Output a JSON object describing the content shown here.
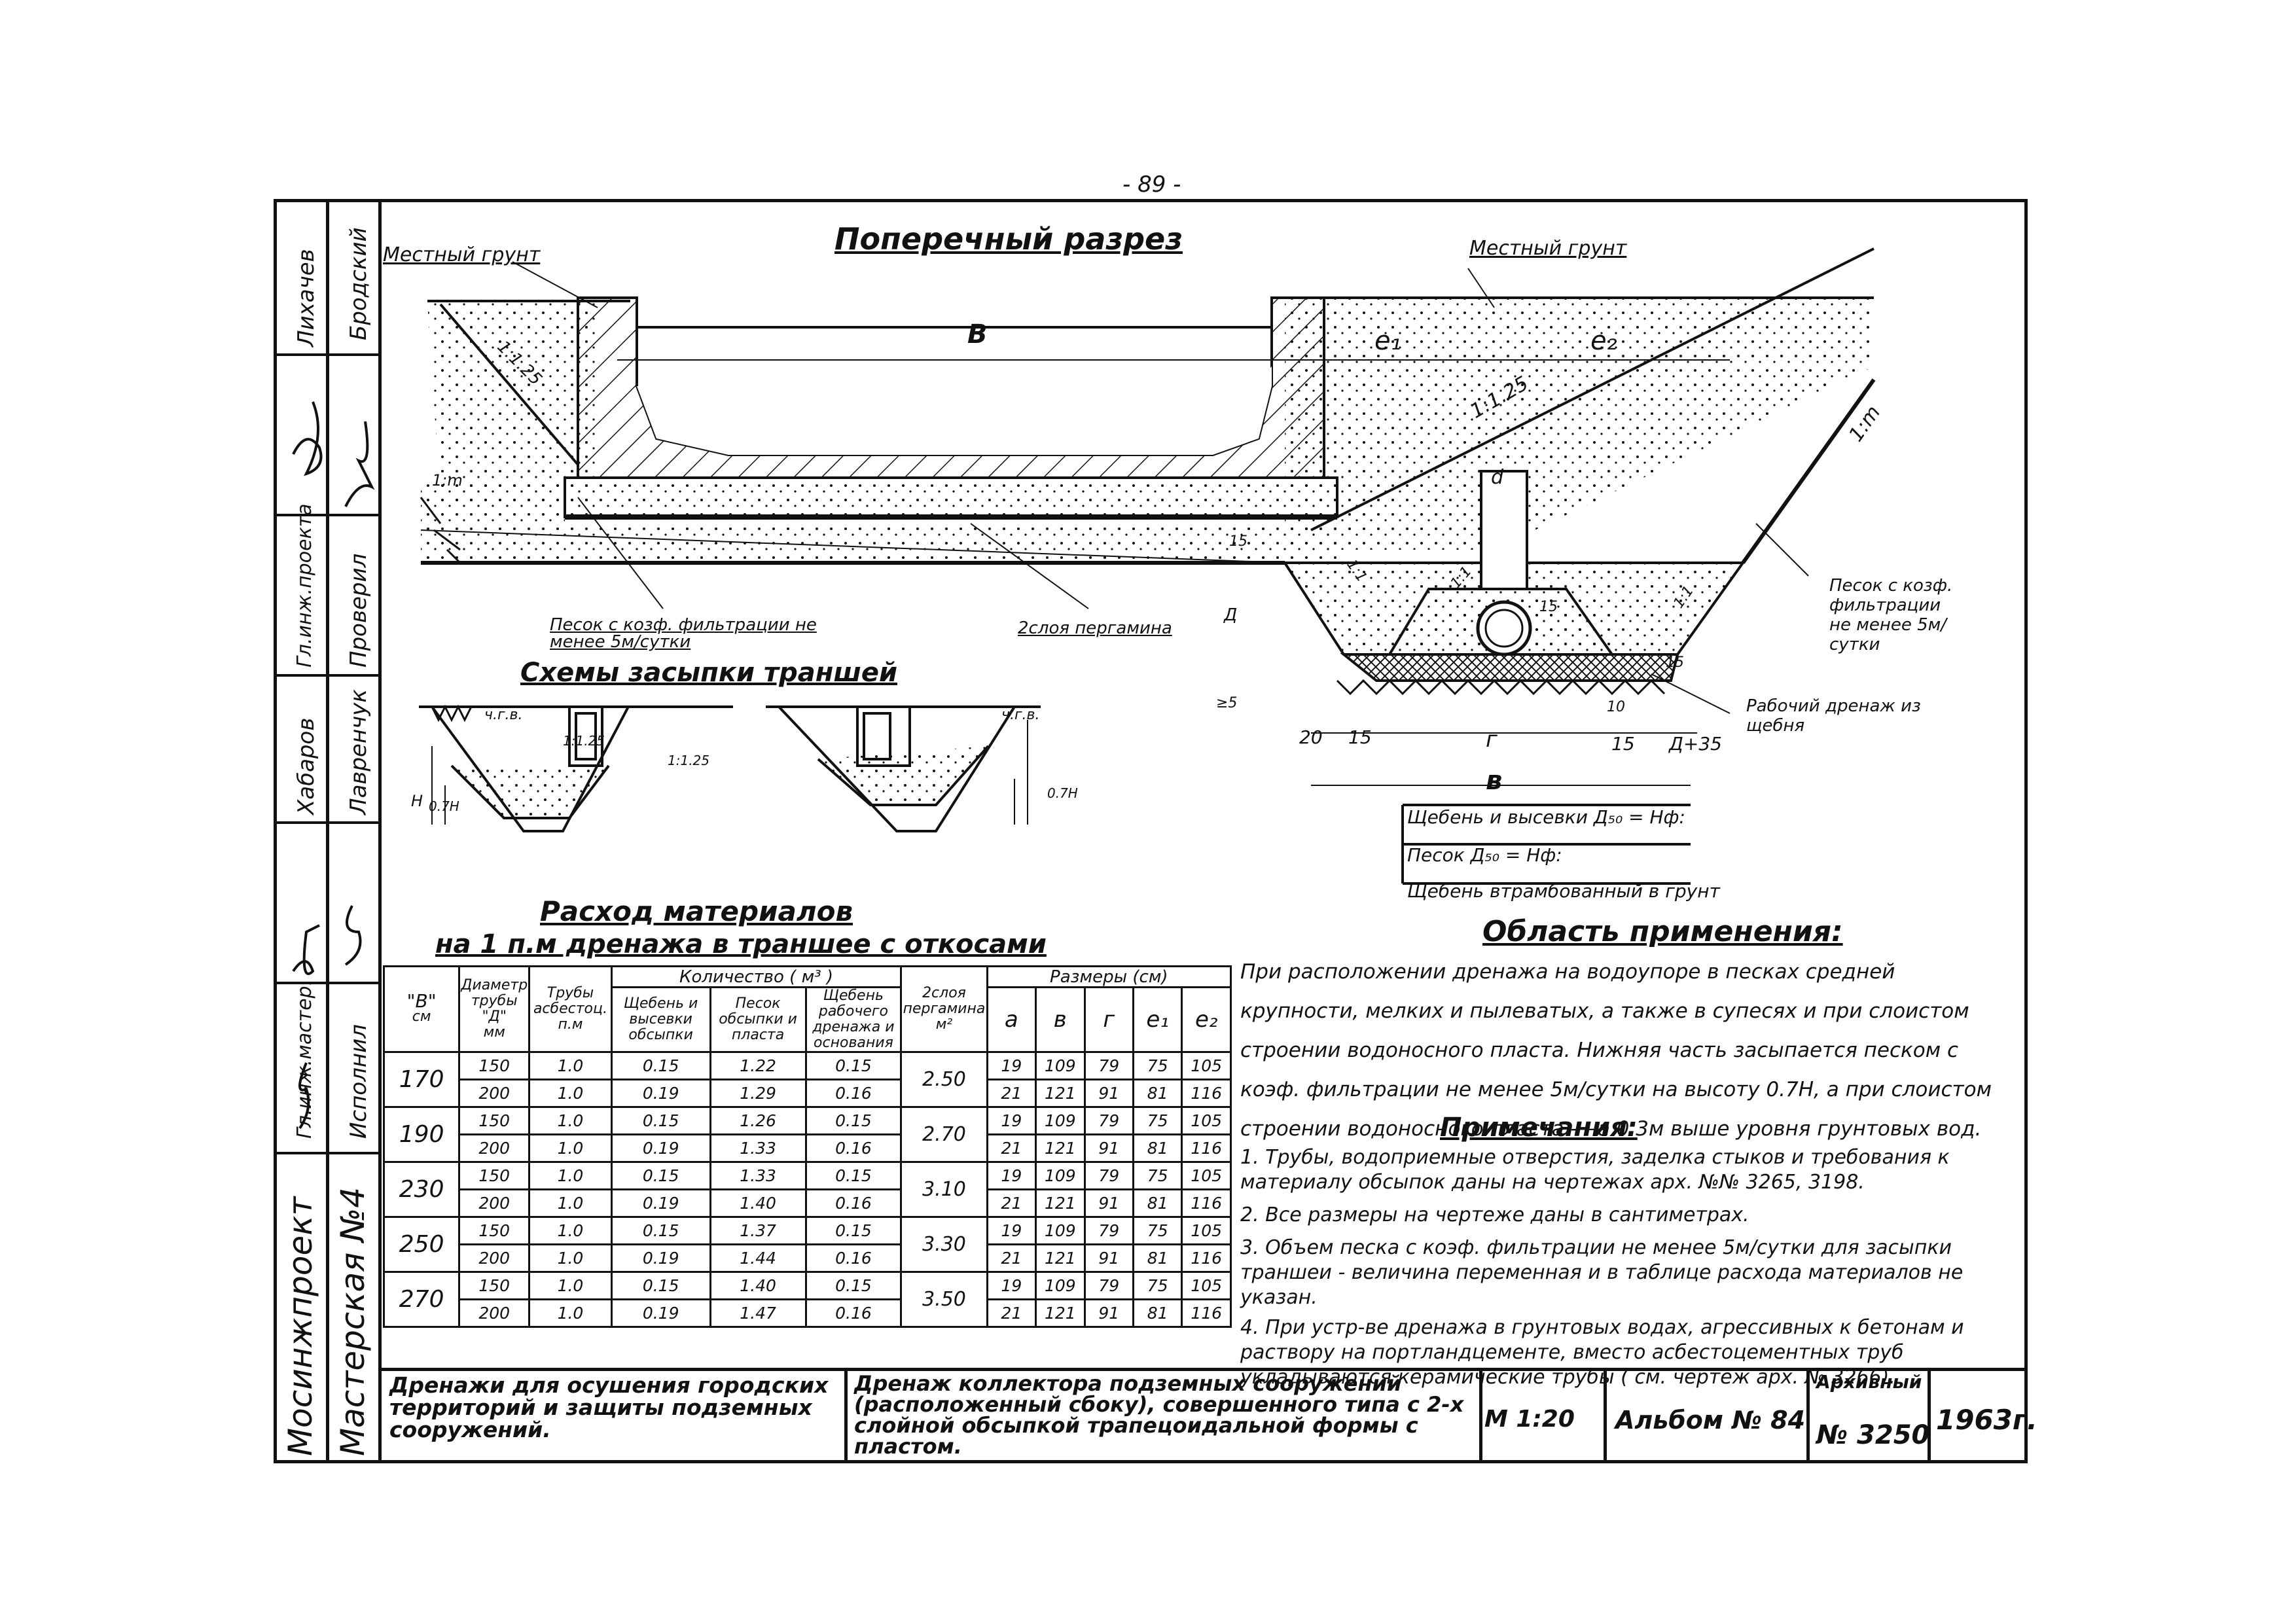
{
  "page_number": "- 89 -",
  "side_stamp": {
    "org": "Мосинжпроект",
    "workshop": "Мастерская №4",
    "rows": [
      {
        "role": "Гл.инж.мастер.",
        "name": "Исполнил"
      },
      {
        "role": "Гл.инж.проекта",
        "name": "Проверил"
      },
      {
        "role": "Лихачев",
        "name": "Бродский"
      },
      {
        "role": "Хабаров",
        "name": "Лавренчук"
      }
    ]
  },
  "section": {
    "title": "Поперечный разрез",
    "labels": {
      "local_soil_left": "Местный грунт",
      "local_soil_right": "Местный грунт",
      "B": "В",
      "e1": "e₁",
      "e2": "e₂",
      "slope_125_left": "1:1.25",
      "slope_125_right": "1:1.25",
      "slope_m": "1:m",
      "slope_m_left": "1:m",
      "slope_11a": "1:1",
      "slope_11b": "1:1",
      "slope_11c": "1:1",
      "d_label": "d",
      "sand_left": "Песок с козф. фильтрации не менее 5м/сутки",
      "pergamin": "2слоя пергамина",
      "sand_right": "Песок с козф. фильтрации не менее 5м/сутки",
      "working_drain": "Рабочий дренаж из щебня",
      "dim_D": "Д",
      "dim_15a": "15",
      "dim_15b": "15",
      "dim_15c": "15",
      "dim_10": "10",
      "dim_5": "≥5",
      "dim_20": "20",
      "dim_15d": "15",
      "dim_g": "г",
      "dim_15e": "15",
      "dim_D35": "Д+35",
      "dim_b": "в",
      "legend1": "Щебень и высевки Д₅₀ =      Нф:",
      "legend2": "Песок  Д₅₀ =       Нф:",
      "legend3": "Щебень втрамбованный в грунт"
    }
  },
  "backfill": {
    "title": "Схемы засыпки траншей",
    "labels": {
      "ugv": "ч.г.в.",
      "H": "Н",
      "h07": "0.7Н",
      "slope1": "1:1.25",
      "slope2": "1:1.25"
    }
  },
  "materials": {
    "title_line1": "Расход материалов",
    "title_line2": "на 1 п.м дренажа в траншее с откосами",
    "headers": {
      "B": "\"В\"",
      "B_unit": "см",
      "diam": "Диаметр трубы \"Д\"",
      "diam_unit": "мм",
      "pipes": "Трубы асбестоц.",
      "pipes_unit": "п.м",
      "qty": "Количество ( м³ )",
      "q1": "Щебень и высевки обсыпки",
      "q2": "Песок обсыпки и пласта",
      "q3": "Щебень рабочего дренажа и основания",
      "perg": "2слоя пергамина",
      "perg_unit": "м²",
      "dims": "Размеры (см)",
      "a": "а",
      "b": "в",
      "g": "г",
      "e1": "e₁",
      "e2": "e₂"
    },
    "groups": [
      {
        "B": "170",
        "perg": "2.50",
        "rows": [
          {
            "d": "150",
            "p": "1.0",
            "q1": "0.15",
            "q2": "1.22",
            "q3": "0.15",
            "a": "19",
            "b": "109",
            "g": "79",
            "e1": "75",
            "e2": "105"
          },
          {
            "d": "200",
            "p": "1.0",
            "q1": "0.19",
            "q2": "1.29",
            "q3": "0.16",
            "a": "21",
            "b": "121",
            "g": "91",
            "e1": "81",
            "e2": "116"
          }
        ]
      },
      {
        "B": "190",
        "perg": "2.70",
        "rows": [
          {
            "d": "150",
            "p": "1.0",
            "q1": "0.15",
            "q2": "1.26",
            "q3": "0.15",
            "a": "19",
            "b": "109",
            "g": "79",
            "e1": "75",
            "e2": "105"
          },
          {
            "d": "200",
            "p": "1.0",
            "q1": "0.19",
            "q2": "1.33",
            "q3": "0.16",
            "a": "21",
            "b": "121",
            "g": "91",
            "e1": "81",
            "e2": "116"
          }
        ]
      },
      {
        "B": "230",
        "perg": "3.10",
        "rows": [
          {
            "d": "150",
            "p": "1.0",
            "q1": "0.15",
            "q2": "1.33",
            "q3": "0.15",
            "a": "19",
            "b": "109",
            "g": "79",
            "e1": "75",
            "e2": "105"
          },
          {
            "d": "200",
            "p": "1.0",
            "q1": "0.19",
            "q2": "1.40",
            "q3": "0.16",
            "a": "21",
            "b": "121",
            "g": "91",
            "e1": "81",
            "e2": "116"
          }
        ]
      },
      {
        "B": "250",
        "perg": "3.30",
        "rows": [
          {
            "d": "150",
            "p": "1.0",
            "q1": "0.15",
            "q2": "1.37",
            "q3": "0.15",
            "a": "19",
            "b": "109",
            "g": "79",
            "e1": "75",
            "e2": "105"
          },
          {
            "d": "200",
            "p": "1.0",
            "q1": "0.19",
            "q2": "1.44",
            "q3": "0.16",
            "a": "21",
            "b": "121",
            "g": "91",
            "e1": "81",
            "e2": "116"
          }
        ]
      },
      {
        "B": "270",
        "perg": "3.50",
        "rows": [
          {
            "d": "150",
            "p": "1.0",
            "q1": "0.15",
            "q2": "1.40",
            "q3": "0.15",
            "a": "19",
            "b": "109",
            "g": "79",
            "e1": "75",
            "e2": "105"
          },
          {
            "d": "200",
            "p": "1.0",
            "q1": "0.19",
            "q2": "1.47",
            "q3": "0.16",
            "a": "21",
            "b": "121",
            "g": "91",
            "e1": "81",
            "e2": "116"
          }
        ]
      }
    ]
  },
  "application": {
    "title": "Область применения:",
    "text": "При расположении дренажа на водоупоре в песках средней крупности, мелких и пылеватых, а также в супесях и при слоистом строении водоносного пласта. Нижняя часть засыпается песком с коэф. фильтрации не менее 5м/сутки на высоту 0.7Н, а при слоистом строении водоносного пласта - на 0.3м выше уровня грунтовых вод."
  },
  "notes": {
    "title": "Примечания:",
    "items": [
      "1. Трубы, водоприемные отверстия, заделка стыков и требования к материалу обсыпок даны на чертежах арх. №№ 3265, 3198.",
      "2. Все размеры на чертеже даны в сантиметрах.",
      "3. Объем песка с коэф. фильтрации не менее 5м/сутки для засыпки траншеи - величина переменная и в таблице расхода материалов не указан.",
      "4. При устр-ве дренажа в грунтовых водах, агрессивных к бетонам и раствору на портландцементе, вместо асбестоцементных труб укладываются керамические трубы ( см. чертеж арх. № 3266)."
    ]
  },
  "title_block": {
    "left_title": "Дренажи для осушения городских территорий и защиты подземных сооружений.",
    "main_title": "Дренаж коллектора подземных сооружений (расположенный сбоку), совершенного типа с 2-х слойной обсыпкой трапецоидальной формы с пластом.",
    "scale": "М 1:20",
    "album": "Альбом № 84",
    "archive_label": "Архивный",
    "archive_no": "№ 3250",
    "year": "1963г."
  },
  "colors": {
    "ink": "#111111",
    "paper": "#ffffff"
  }
}
